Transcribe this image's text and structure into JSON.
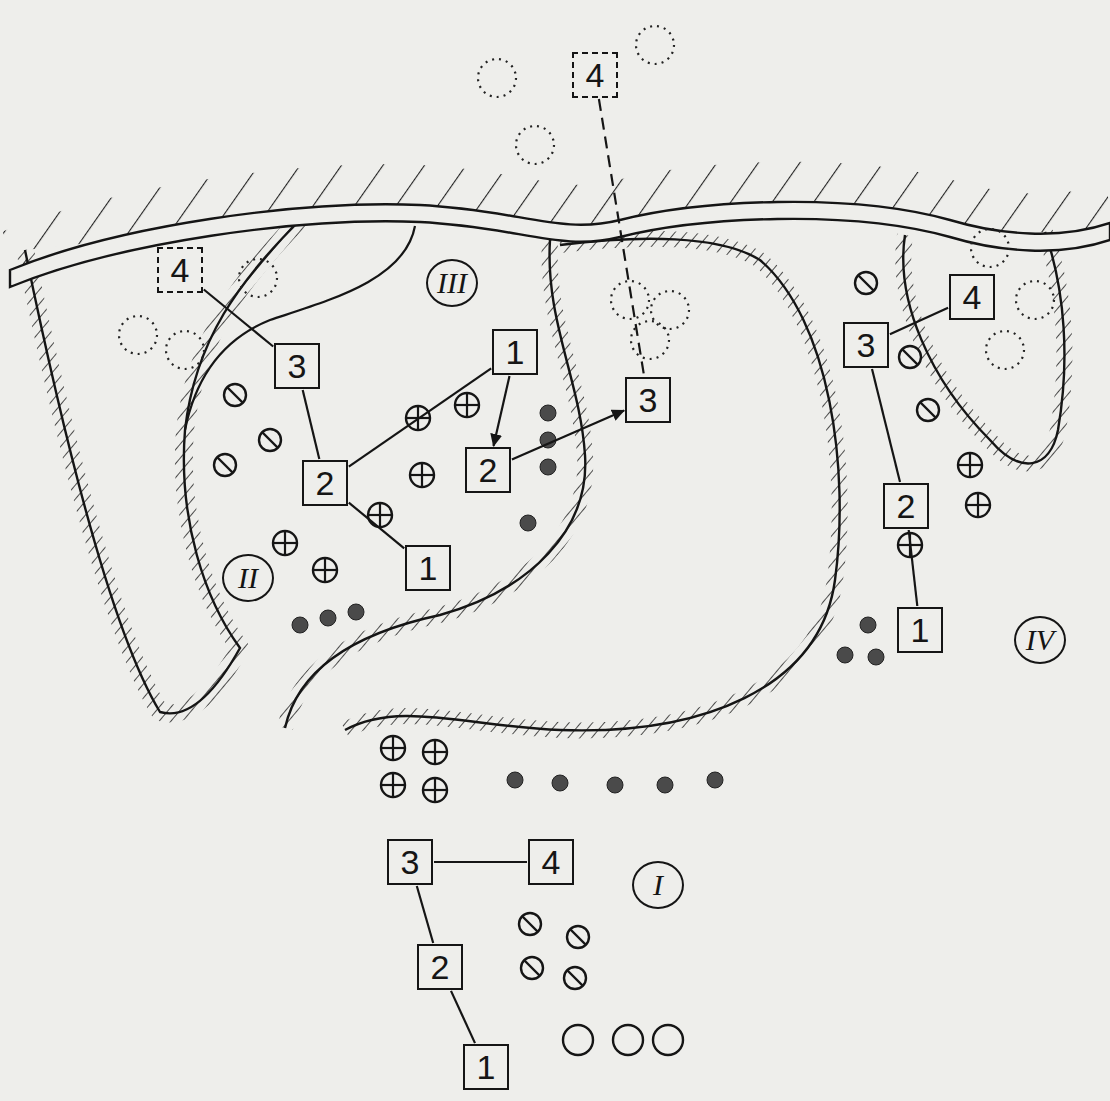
{
  "diagram": {
    "nodes": [
      {
        "text": [
          "4"
        ]
      },
      {
        "text": [
          "4"
        ]
      },
      {
        "text": [
          "III"
        ]
      },
      {
        "text": [
          "4"
        ]
      },
      {
        "text": [
          "3"
        ]
      },
      {
        "text": [
          "1"
        ]
      },
      {
        "text": [
          "3"
        ]
      },
      {
        "text": [
          "3"
        ]
      },
      {
        "text": [
          "2"
        ]
      },
      {
        "text": [
          "2"
        ]
      },
      {
        "text": [
          "2"
        ]
      },
      {
        "text": [
          "1"
        ]
      },
      {
        "text": [
          "II"
        ]
      },
      {
        "text": [
          "1"
        ]
      },
      {
        "text": [
          "IV"
        ]
      },
      {
        "text": [
          "3"
        ]
      },
      {
        "text": [
          "4"
        ]
      },
      {
        "text": [
          "I"
        ]
      },
      {
        "text": [
          "2"
        ]
      },
      {
        "text": [
          "1"
        ]
      }
    ],
    "edges": [
      {
        "from": 0,
        "to": 7,
        "arrow": "none"
      },
      {
        "from": 1,
        "to": 6,
        "arrow": "none"
      },
      {
        "from": 6,
        "to": 9,
        "arrow": "none"
      },
      {
        "from": 9,
        "to": 5,
        "arrow": "none"
      },
      {
        "from": 9,
        "to": 11,
        "arrow": "none"
      },
      {
        "from": 5,
        "to": 8,
        "arrow": "to"
      },
      {
        "from": 8,
        "to": 7,
        "arrow": "to"
      },
      {
        "from": 3,
        "to": 4,
        "arrow": "none"
      },
      {
        "from": 4,
        "to": 10,
        "arrow": "none"
      },
      {
        "from": 10,
        "to": 13,
        "arrow": "none"
      },
      {
        "from": 15,
        "to": 16,
        "arrow": "none"
      },
      {
        "from": 15,
        "to": 18,
        "arrow": "none"
      },
      {
        "from": 18,
        "to": 19,
        "arrow": "none"
      }
    ]
  }
}
